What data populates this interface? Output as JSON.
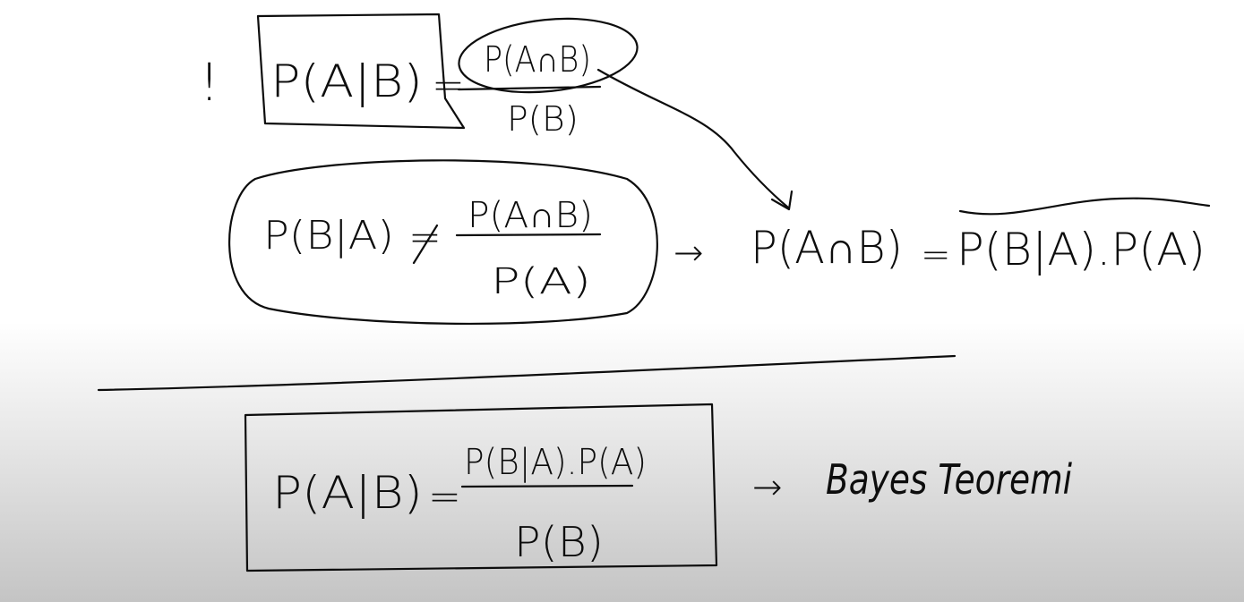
{
  "notes": {
    "step_marker": "!",
    "conditional_def": {
      "lhs": "P(A|B)",
      "eq": "=",
      "numerator": "P(A∩B)",
      "denominator": "P(B)"
    },
    "reverse_conditional": {
      "lhs": "P(B|A)",
      "eq": "=",
      "numerator": "P(A∩B)",
      "denominator": "P(A)"
    },
    "product_rule": {
      "arrow": "→",
      "lhs": "P(A∩B)",
      "eq": "=",
      "rhs": "P(B|A).P(A)"
    },
    "bayes": {
      "lhs": "P(A|B)",
      "eq": "=",
      "numerator": "P(B|A).P(A)",
      "denominator": "P(B)",
      "arrow": "→",
      "caption": "Bayes Teoremi"
    }
  }
}
